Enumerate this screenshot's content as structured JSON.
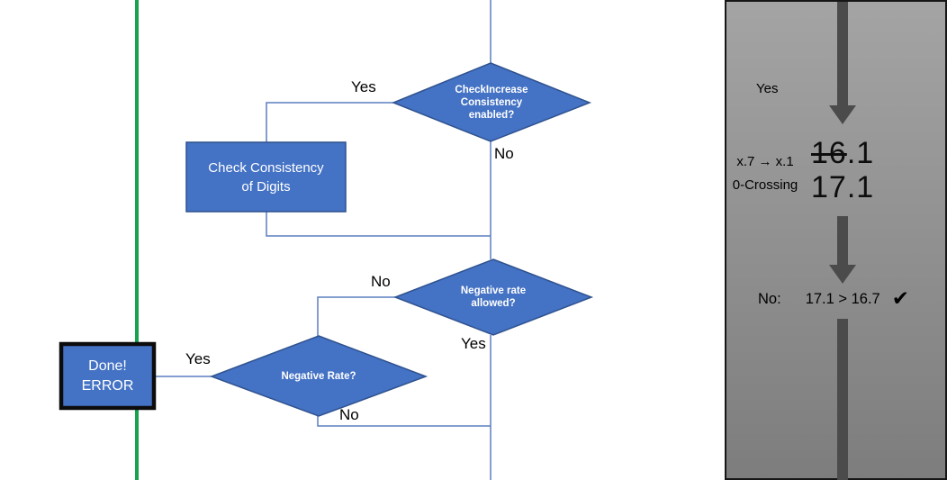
{
  "flowchart": {
    "decision_check_increase": {
      "label": "CheckIncrease Consistency enabled?"
    },
    "process_check_consistency": {
      "label": "Check Consistency of Digits"
    },
    "decision_negative_allowed": {
      "label": "Negative rate allowed?"
    },
    "decision_negative_rate": {
      "label": "Negative Rate?"
    },
    "terminal_done": {
      "line1": "Done!",
      "line2": "ERROR"
    },
    "branch_labels": {
      "d1_yes": "Yes",
      "d1_no": "No",
      "d2_no": "No",
      "d2_yes": "Yes",
      "d3_yes": "Yes",
      "d3_no": "No"
    }
  },
  "side_panel": {
    "yes_label": "Yes",
    "rule_line1": "x.7 → x.1",
    "rule_line2": "0-Crossing",
    "old_value_struck": "16",
    "old_value_rest": ".1",
    "new_value": "17.1",
    "result_label": "No:",
    "result_comparison": "17.1 > 16.7",
    "checkmark": "✔"
  },
  "colors": {
    "shape_fill": "#4472C4",
    "shape_border": "#2F528F",
    "connector": "#5B7FBF",
    "guide_line_green": "#18A24E",
    "panel_gray_top": "#A4A4A4",
    "panel_gray_bottom": "#7D7D7D",
    "panel_arrow_gray": "#4B4B4B"
  }
}
